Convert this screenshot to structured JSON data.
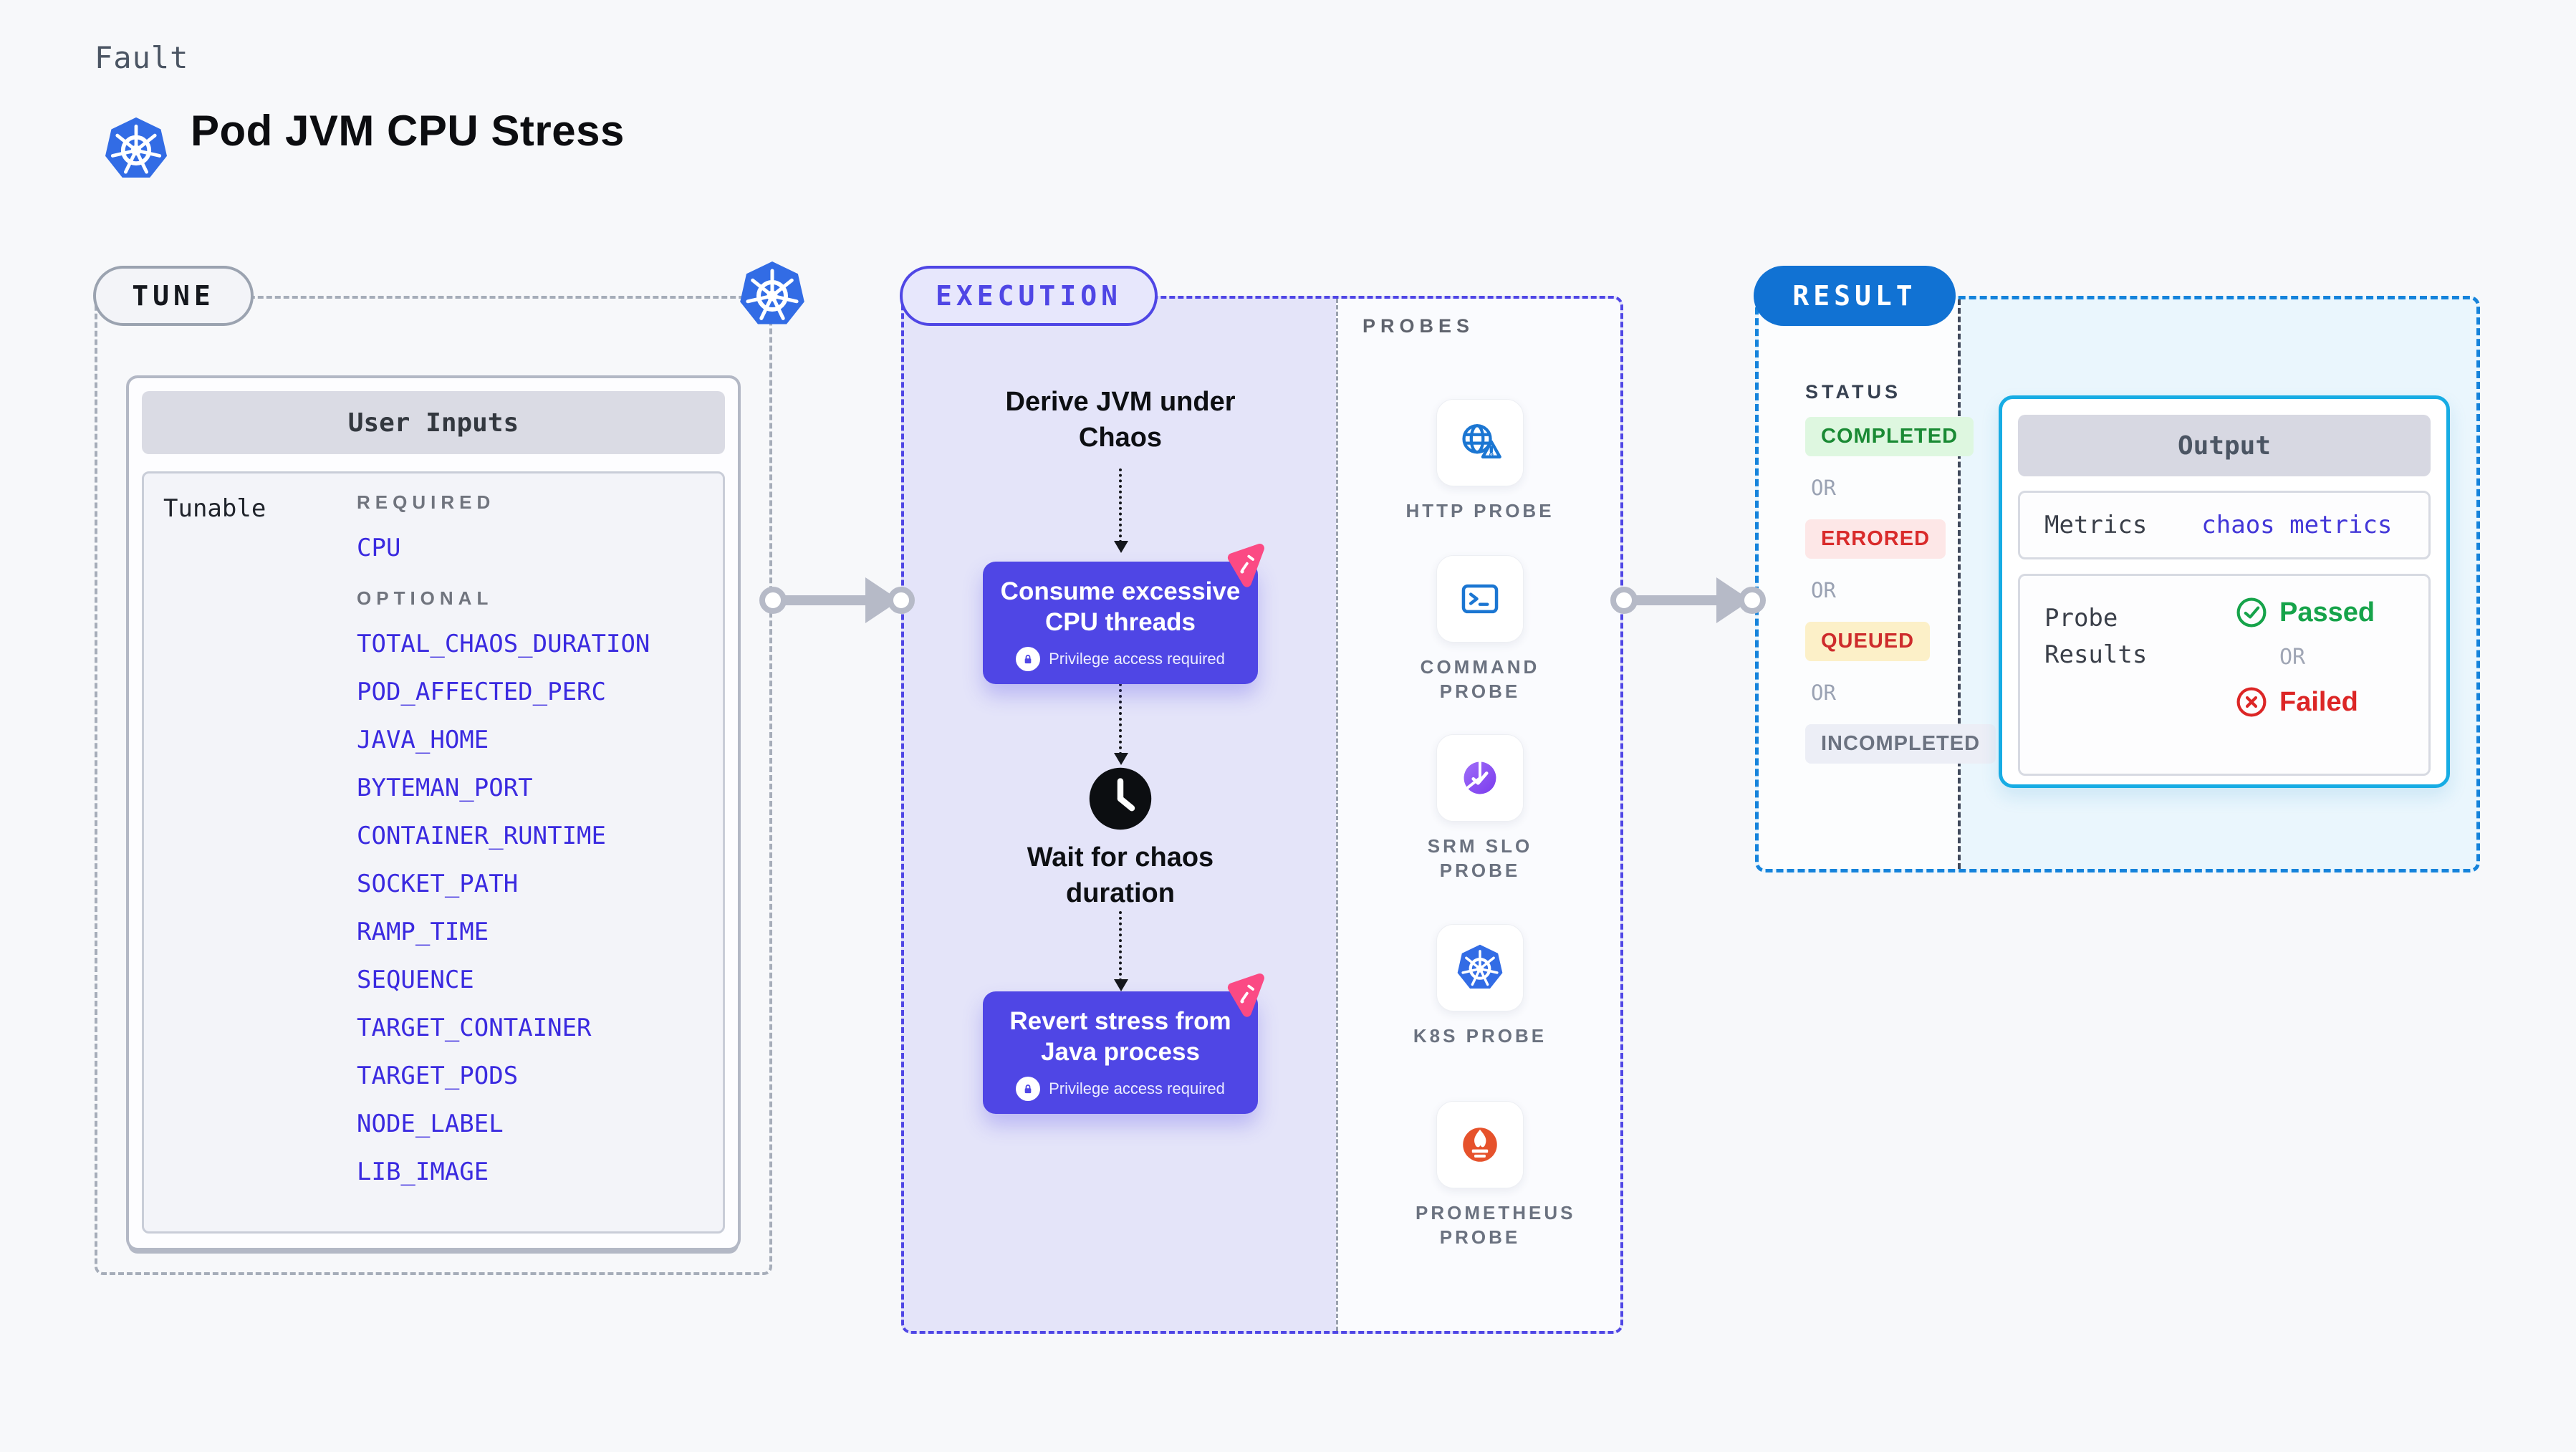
{
  "colors": {
    "page_bg": "#f7f8fa",
    "indigo_accent": "#4f46e5",
    "execution_bg": "#e4e4f9",
    "result_blue": "#1172d3",
    "result_bg": "#eaf6fd",
    "output_border": "#17ace4",
    "param_blue": "#3a2ae0",
    "kubernetes_blue": "#326ce5",
    "chaos_pink": "#fb4a84",
    "success_green": "#16a34a",
    "fail_red": "#dc2626",
    "queued_yellow_bg": "#fcf0c8",
    "arrow_gray": "#b6bac7"
  },
  "header": {
    "kicker": "Fault",
    "title": "Pod JVM CPU Stress"
  },
  "tune": {
    "badge": "TUNE",
    "panel_title": "User Inputs",
    "row_label": "Tunable",
    "required_label": "REQUIRED",
    "required_params": [
      "CPU"
    ],
    "optional_label": "OPTIONAL",
    "optional_params": [
      "TOTAL_CHAOS_DURATION",
      "POD_AFFECTED_PERC",
      "JAVA_HOME",
      "BYTEMAN_PORT",
      "CONTAINER_RUNTIME",
      "SOCKET_PATH",
      "RAMP_TIME",
      "SEQUENCE",
      "TARGET_CONTAINER",
      "TARGET_PODS",
      "NODE_LABEL",
      "LIB_IMAGE"
    ]
  },
  "execution": {
    "badge": "EXECUTION",
    "step_derive": "Derive JVM under Chaos",
    "action_consume": "Consume excessive CPU threads",
    "privilege_note": "Privilege access required",
    "step_wait": "Wait for chaos duration",
    "action_revert": "Revert stress from Java process"
  },
  "probes": {
    "label": "PROBES",
    "items": [
      {
        "label": "HTTP PROBE",
        "icon": "globe-alert-icon"
      },
      {
        "label": "COMMAND PROBE",
        "icon": "terminal-icon"
      },
      {
        "label": "SRM SLO PROBE",
        "icon": "slo-pie-check-icon"
      },
      {
        "label": "K8S PROBE",
        "icon": "kubernetes-icon"
      },
      {
        "label": "PROMETHEUS PROBE",
        "icon": "prometheus-flame-icon"
      }
    ]
  },
  "result": {
    "badge": "RESULT",
    "status_label": "STATUS",
    "or_label": "OR",
    "statuses": [
      {
        "label": "COMPLETED",
        "tone": "success"
      },
      {
        "label": "ERRORED",
        "tone": "error"
      },
      {
        "label": "QUEUED",
        "tone": "warning"
      },
      {
        "label": "INCOMPLETED",
        "tone": "muted"
      }
    ],
    "output": {
      "title": "Output",
      "metrics_label": "Metrics",
      "metrics_value": "chaos metrics",
      "probe_results_label": "Probe Results",
      "passed_label": "Passed",
      "failed_label": "Failed"
    }
  }
}
